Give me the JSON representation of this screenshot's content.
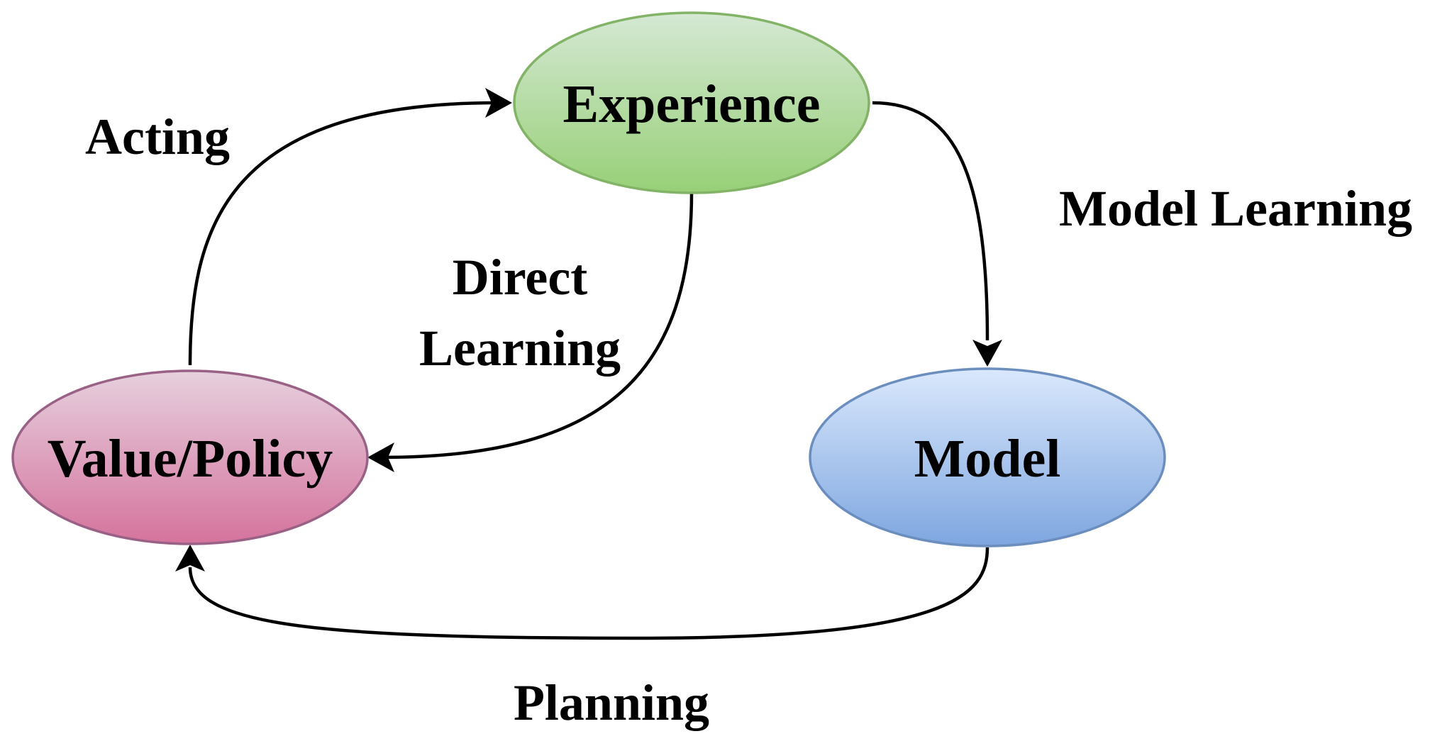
{
  "nodes": {
    "experience": {
      "label": "Experience",
      "fill_top": "#d5e8d4",
      "fill_bottom": "#97d077",
      "stroke": "#82b366"
    },
    "value_policy": {
      "label": "Value/Policy",
      "fill_top": "#e6d0de",
      "fill_bottom": "#d5739d",
      "stroke": "#996185"
    },
    "model": {
      "label": "Model",
      "fill_top": "#dae8fc",
      "fill_bottom": "#7ea6e0",
      "stroke": "#6c8ebf"
    }
  },
  "edges": {
    "acting": {
      "label": "Acting"
    },
    "direct_learning": {
      "line1": "Direct",
      "line2": "Learning"
    },
    "model_learning": {
      "label": "Model Learning"
    },
    "planning": {
      "label": "Planning"
    }
  }
}
